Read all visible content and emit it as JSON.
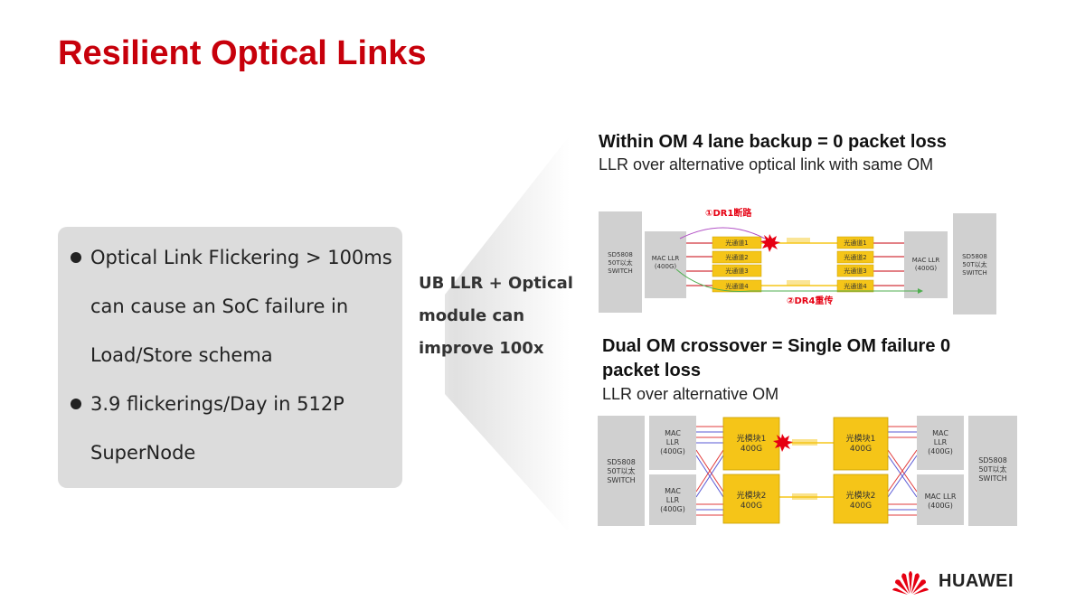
{
  "title": "Resilient Optical Links",
  "left_panel": {
    "bullets": [
      "Optical Link Flickering > 100ms can cause an SoC failure in Load/Store schema",
      "3.9 flickerings/Day  in 512P SuperNode"
    ]
  },
  "middle_text": [
    "UB LLR + Optical",
    "module can",
    "improve 100x"
  ],
  "section1": {
    "heading": "Within OM 4 lane backup = 0 packet loss",
    "subheading": "LLR over alternative optical link with same OM",
    "diagram": {
      "switch_left": [
        "SD5808",
        "50T以太",
        "SWITCH"
      ],
      "switch_right": [
        "SD5808",
        "50T以太",
        "SWITCH"
      ],
      "mac_left": [
        "MAC LLR",
        "(400G)"
      ],
      "mac_right": [
        "MAC LLR",
        "(400G)"
      ],
      "lanes_left": [
        "光通道1",
        "光通道2",
        "光通道3",
        "光通道4"
      ],
      "lanes_right": [
        "光通道1",
        "光通道2",
        "光通道3",
        "光通道4"
      ],
      "label_break": "①DR1断路",
      "label_retransmit": "②DR4重传"
    }
  },
  "section2": {
    "heading_line1": "Dual OM crossover = Single OM failure 0",
    "heading_line2": "packet loss",
    "subheading": "LLR over alternative OM",
    "diagram": {
      "switch_left": [
        "SD5808",
        "50T以太",
        "SWITCH"
      ],
      "switch_right": [
        "SD5808",
        "50T以太",
        "SWITCH"
      ],
      "mac_left_top": [
        "MAC",
        "LLR",
        "(400G)"
      ],
      "mac_left_bottom": [
        "MAC",
        "LLR",
        "(400G)"
      ],
      "mac_right_top": [
        "MAC",
        "LLR",
        "(400G)"
      ],
      "mac_right_bottom": [
        "MAC LLR",
        "(400G)"
      ],
      "om_left_top": [
        "光模块1",
        "400G"
      ],
      "om_left_bottom": [
        "光模块2",
        "400G"
      ],
      "om_right_top": [
        "光模块1",
        "400G"
      ],
      "om_right_bottom": [
        "光模块2",
        "400G"
      ]
    }
  },
  "brand": "HUAWEI",
  "colors": {
    "accent_red": "#c7000b",
    "module_yellow": "#f5c518",
    "box_gray": "#d0d0d0"
  }
}
